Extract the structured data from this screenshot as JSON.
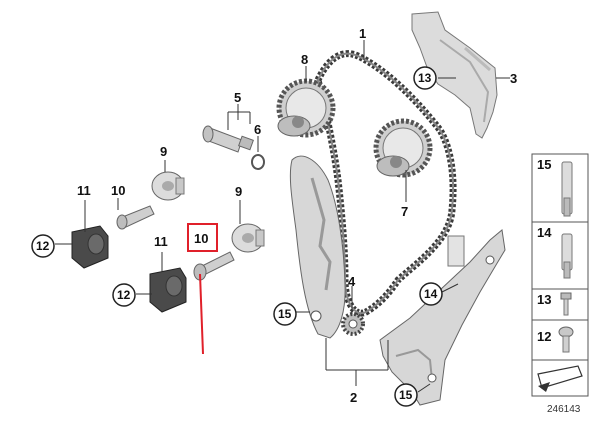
{
  "diagram": {
    "part_labels": {
      "l1": "1",
      "l2": "2",
      "l3": "3",
      "l4": "4",
      "l5": "5",
      "l6": "6",
      "l7": "7",
      "l8": "8",
      "l9a": "9",
      "l9b": "9",
      "l10a": "10",
      "l10b": "10",
      "l11a": "11",
      "l11b": "11",
      "l12a": "12",
      "l12b": "12",
      "l13": "13",
      "l14": "14",
      "l15a": "15",
      "l15b": "15"
    },
    "legend": {
      "r15": "15",
      "r14": "14",
      "r13": "13",
      "r12": "12"
    },
    "diagram_number": "246143",
    "highlight_color": "#e0202a"
  }
}
